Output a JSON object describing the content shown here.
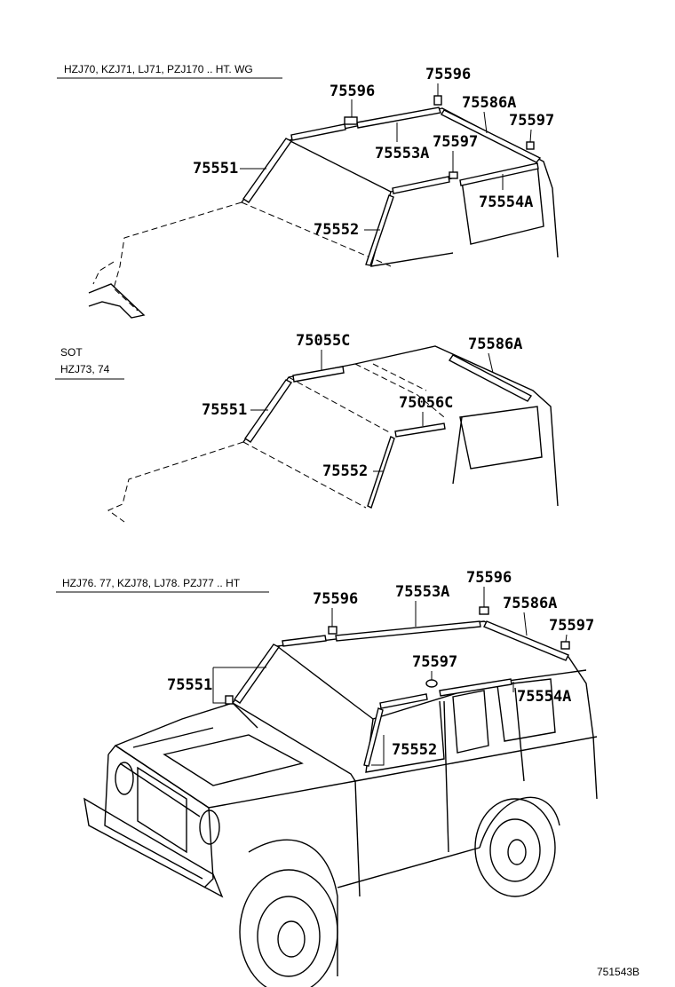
{
  "diagram_code": "751543B",
  "sections": [
    {
      "id": "top",
      "variant_lines": [
        "HZJ70, KZJ71, LJ71, PZJ170 .. HT. WG"
      ],
      "parts": [
        "75596",
        "75596",
        "75586A",
        "75597",
        "75553A",
        "75597",
        "75551",
        "75554A",
        "75552"
      ]
    },
    {
      "id": "middle",
      "variant_lines": [
        "SOT",
        "HZJ73, 74"
      ],
      "parts": [
        "75055C",
        "75586A",
        "75551",
        "75056C",
        "75552"
      ]
    },
    {
      "id": "bottom",
      "variant_lines": [
        "HZJ76. 77, KZJ78, LJ78. PZJ77 .. HT"
      ],
      "parts": [
        "75596",
        "75553A",
        "75596",
        "75586A",
        "75597",
        "75597",
        "75551",
        "75554A",
        "75552"
      ]
    }
  ]
}
